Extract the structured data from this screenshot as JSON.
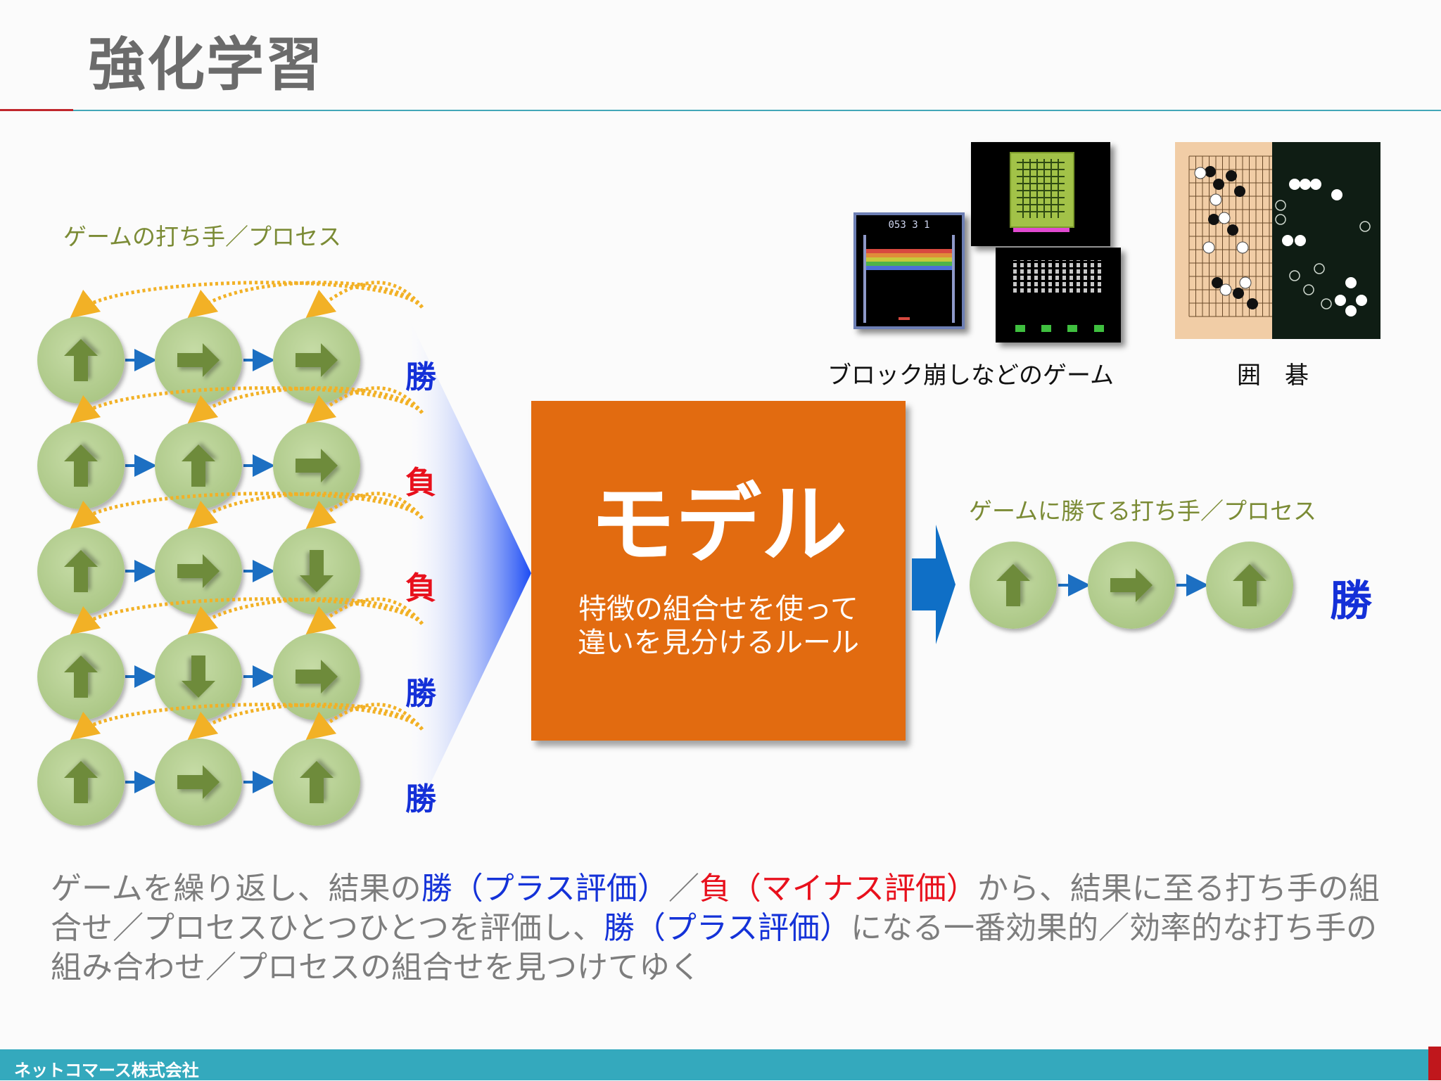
{
  "slide": {
    "title": "強化学習",
    "process_label": "ゲームの打ち手／プロセス",
    "results": [
      "勝",
      "負",
      "負",
      "勝",
      "勝"
    ],
    "result_colors": [
      "#1430d8",
      "#e8101c",
      "#e8101c",
      "#1430d8",
      "#1430d8"
    ],
    "rows": [
      [
        "up",
        "right",
        "right"
      ],
      [
        "up",
        "up",
        "right"
      ],
      [
        "up",
        "right",
        "down"
      ],
      [
        "up",
        "down",
        "right"
      ],
      [
        "up",
        "right",
        "up"
      ]
    ],
    "games_caption": "ブロック崩しなどのゲーム",
    "go_caption": "囲　碁",
    "model_title": "モデル",
    "model_desc_line1": "特徴の組合せを使って",
    "model_desc_line2": "違いを見分けるルール",
    "winning_label": "ゲームに勝てる打ち手／プロセス",
    "winning_moves": [
      "up",
      "right",
      "up"
    ],
    "winning_result": "勝",
    "breakout_score": "053 3 1"
  },
  "bottom": {
    "part1": "ゲームを繰り返し、結果の",
    "part2_blue": "勝（プラス評価）",
    "part3": "／",
    "part4_red": "負（マイナス評価）",
    "part5": "から、結果に至る打ち手の組合せ／プロセスひとつひとつを評価し、",
    "part6_blue": "勝（プラス評価）",
    "part7": "になる一番効果的／効率的な打ち手の組み合わせ／プロセスの組合せを見つけてゆく"
  },
  "footer": {
    "company": "ネットコマース株式会社"
  },
  "colors": {
    "title": "#6b6b6b",
    "accent_red": "#c0262c",
    "accent_teal": "#43a7b8",
    "model_orange": "#e26b10",
    "node_green": "#b8d195",
    "arrow_green": "#6e8b3b",
    "link_blue": "#1c6fc2",
    "dotted_orange": "#f2b126",
    "win_blue": "#1430d8",
    "lose_red": "#e8101c",
    "footer_teal": "#34a9bd"
  }
}
